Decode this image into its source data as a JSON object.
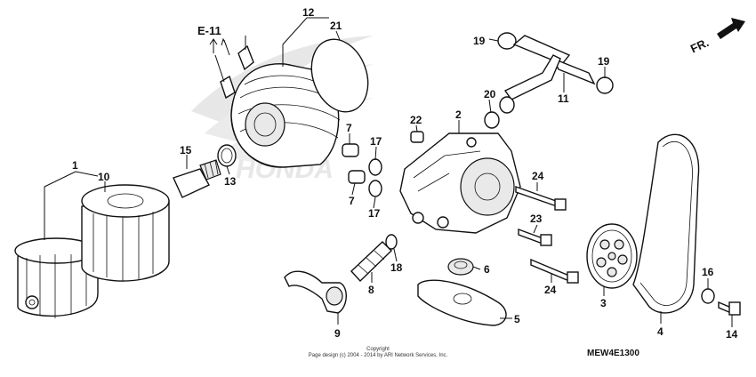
{
  "diagram": {
    "reference_label": "E-11",
    "direction_label": "FR.",
    "watermark_text": "HONDA",
    "copyright_line1": "Copyright",
    "copyright_line2": "Page design (c) 2004 - 2014 by ARI Network Services, Inc.",
    "diagram_code": "MEW4E1300",
    "parts": [
      {
        "number": "1"
      },
      {
        "number": "10"
      },
      {
        "number": "15"
      },
      {
        "number": "13"
      },
      {
        "number": "12"
      },
      {
        "number": "21"
      },
      {
        "number": "7"
      },
      {
        "number": "17"
      },
      {
        "number": "7"
      },
      {
        "number": "17"
      },
      {
        "number": "22"
      },
      {
        "number": "2"
      },
      {
        "number": "19"
      },
      {
        "number": "20"
      },
      {
        "number": "11"
      },
      {
        "number": "19"
      },
      {
        "number": "24"
      },
      {
        "number": "23"
      },
      {
        "number": "24"
      },
      {
        "number": "18"
      },
      {
        "number": "8"
      },
      {
        "number": "9"
      },
      {
        "number": "6"
      },
      {
        "number": "5"
      },
      {
        "number": "3"
      },
      {
        "number": "4"
      },
      {
        "number": "16"
      },
      {
        "number": "14"
      }
    ]
  }
}
